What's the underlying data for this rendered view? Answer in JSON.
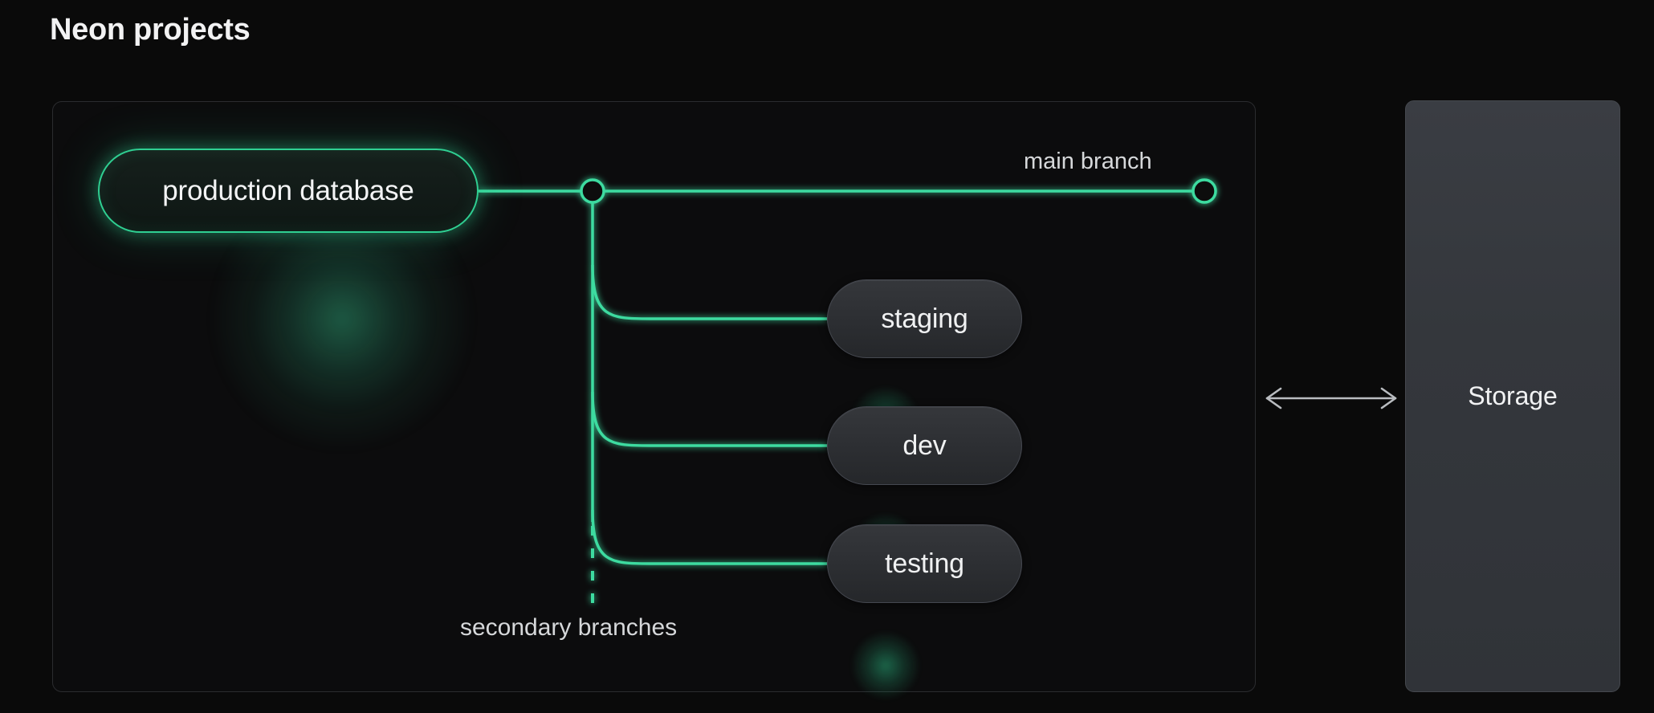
{
  "page": {
    "title": "Neon projects",
    "background_color": "#0a0a0a"
  },
  "colors": {
    "accent_green": "#2fcf92",
    "wire_green": "#3ddba0",
    "container_border": "#2b2c2f",
    "pill_border": "#454850",
    "text_primary": "#f2f2f3",
    "text_secondary": "#d6d8da",
    "storage_fill": "#34373c"
  },
  "project": {
    "primary_node": {
      "label": "production database",
      "type": "primary-branch-pill",
      "glow": true
    },
    "branch_nodes": [
      {
        "label": "staging",
        "type": "secondary-branch-pill"
      },
      {
        "label": "dev",
        "type": "secondary-branch-pill"
      },
      {
        "label": "testing",
        "type": "secondary-branch-pill"
      }
    ],
    "annotations": {
      "main_branch_label": "main branch",
      "secondary_branches_label": "secondary branches"
    },
    "connectors": {
      "junction_marker": "branch-junction-circle",
      "endpoint_marker": "main-branch-endpoint-circle",
      "dashed_continuation": "secondary-branches-dashed-line"
    }
  },
  "storage": {
    "label": "Storage",
    "link_icon": "bidirectional-arrow-icon"
  }
}
